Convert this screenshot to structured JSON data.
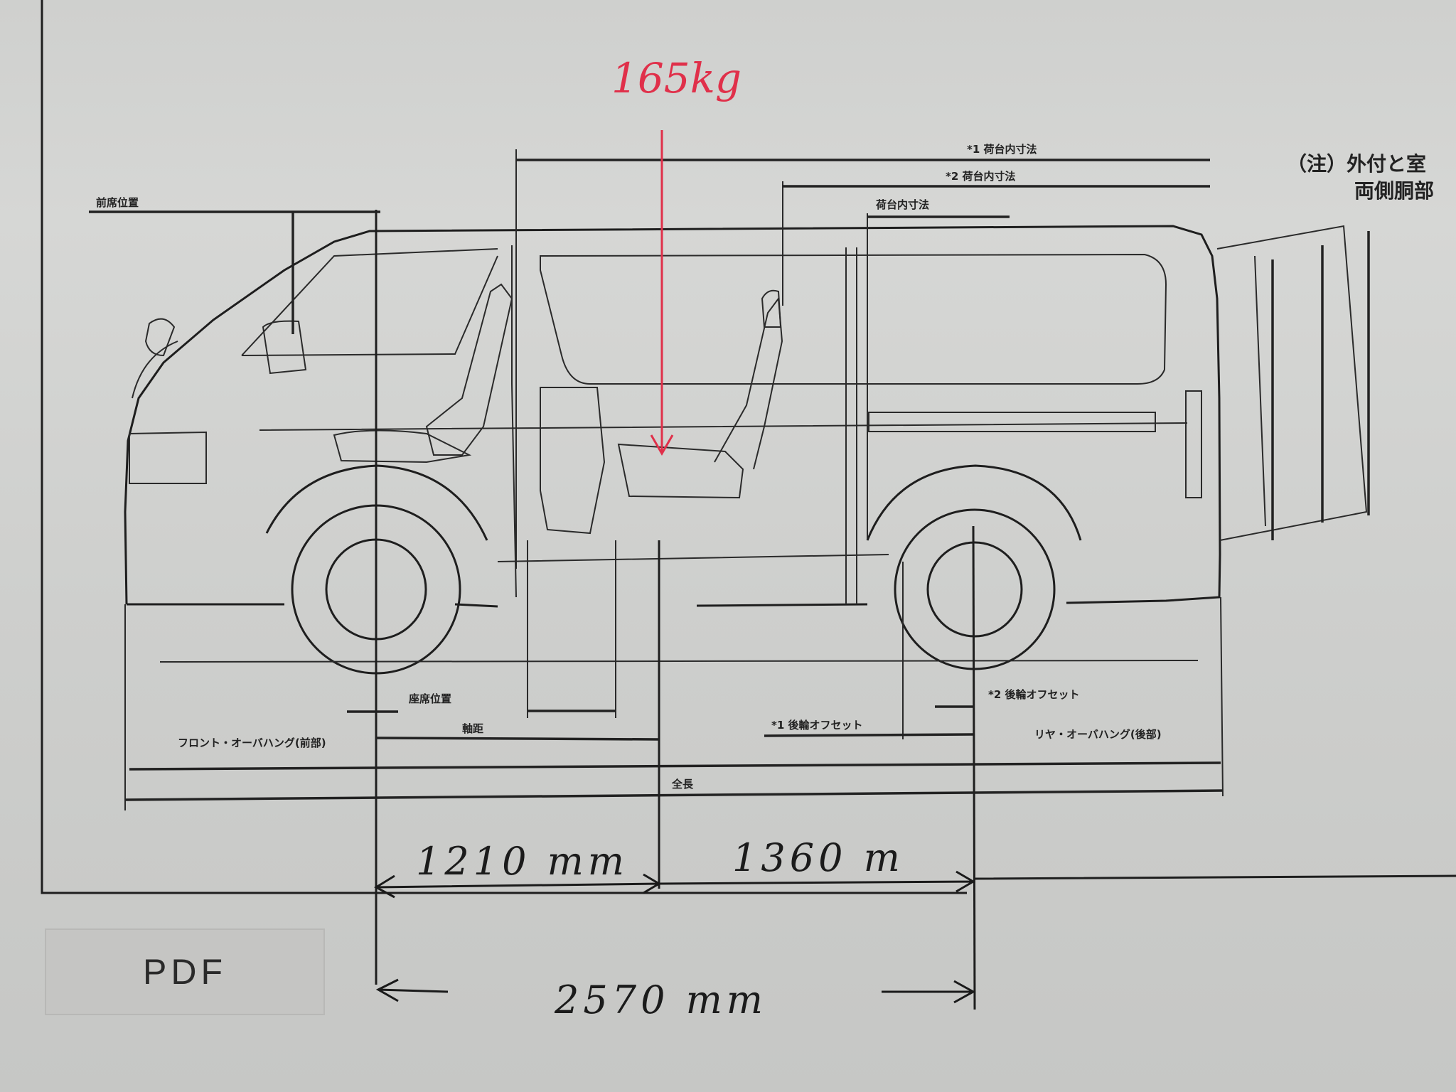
{
  "annotations": {
    "load_weight": "165kg",
    "front_to_load": "1210 mm",
    "load_to_rear": "1360 m",
    "wheelbase": "2570 mm"
  },
  "drawing_labels": {
    "note": "（注）外付と室",
    "note_line2": "両側胴部",
    "top_dim_1": "*1 荷台内寸法",
    "top_dim_2": "*2 荷台内寸法",
    "top_dim_3": "荷台内寸法",
    "front_overhang": "フロント・オーバハング(前部)",
    "rear_overhang": "リヤ・オーバハング(後部)",
    "rear_offset_1": "*1 後輪オフセット",
    "rear_offset_2": "*2 後輪オフセット",
    "overall_length": "全長",
    "wheelbase_label": "軸距",
    "front_seat_label": "前席位置",
    "seat_pos_label": "座席位置"
  },
  "button": {
    "pdf_label": "PDF"
  },
  "colors": {
    "annotation_red": "#e0304a",
    "ink": "#1e1e1e"
  }
}
